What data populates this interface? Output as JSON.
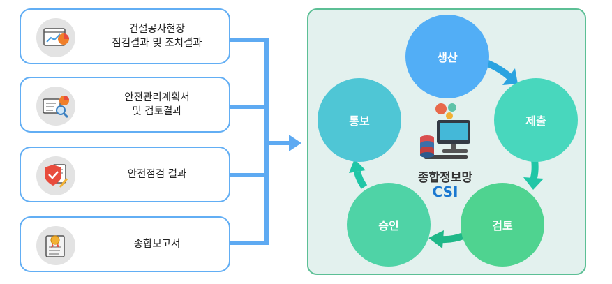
{
  "inputs": [
    {
      "label": "건설공사현장\n점검결과 및 조치결과",
      "icon": "chart-report-icon"
    },
    {
      "label": "안전관리계획서\n및 검토결과",
      "icon": "checklist-magnifier-icon"
    },
    {
      "label": "안전점검 결과",
      "icon": "shield-inspection-icon"
    },
    {
      "label": "종합보고서",
      "icon": "certificate-scroll-icon"
    }
  ],
  "system": {
    "name": "종합정보망",
    "abbr": "CSI",
    "stages": [
      {
        "label": "생산",
        "color": "#52aef6"
      },
      {
        "label": "제출",
        "color": "#48d7bd"
      },
      {
        "label": "검토",
        "color": "#4fd390"
      },
      {
        "label": "승인",
        "color": "#4fd3a6"
      },
      {
        "label": "통보",
        "color": "#4fc6d5"
      }
    ]
  },
  "colors": {
    "connector": "#5eaaf2",
    "box_border": "#62aef4",
    "panel_border": "#5cbf95",
    "panel_fill": "#e3f1ee",
    "arrow_blue": "#2aa3e0",
    "arrow_teal": "#20c6a6",
    "arrow_green": "#1fb888"
  }
}
